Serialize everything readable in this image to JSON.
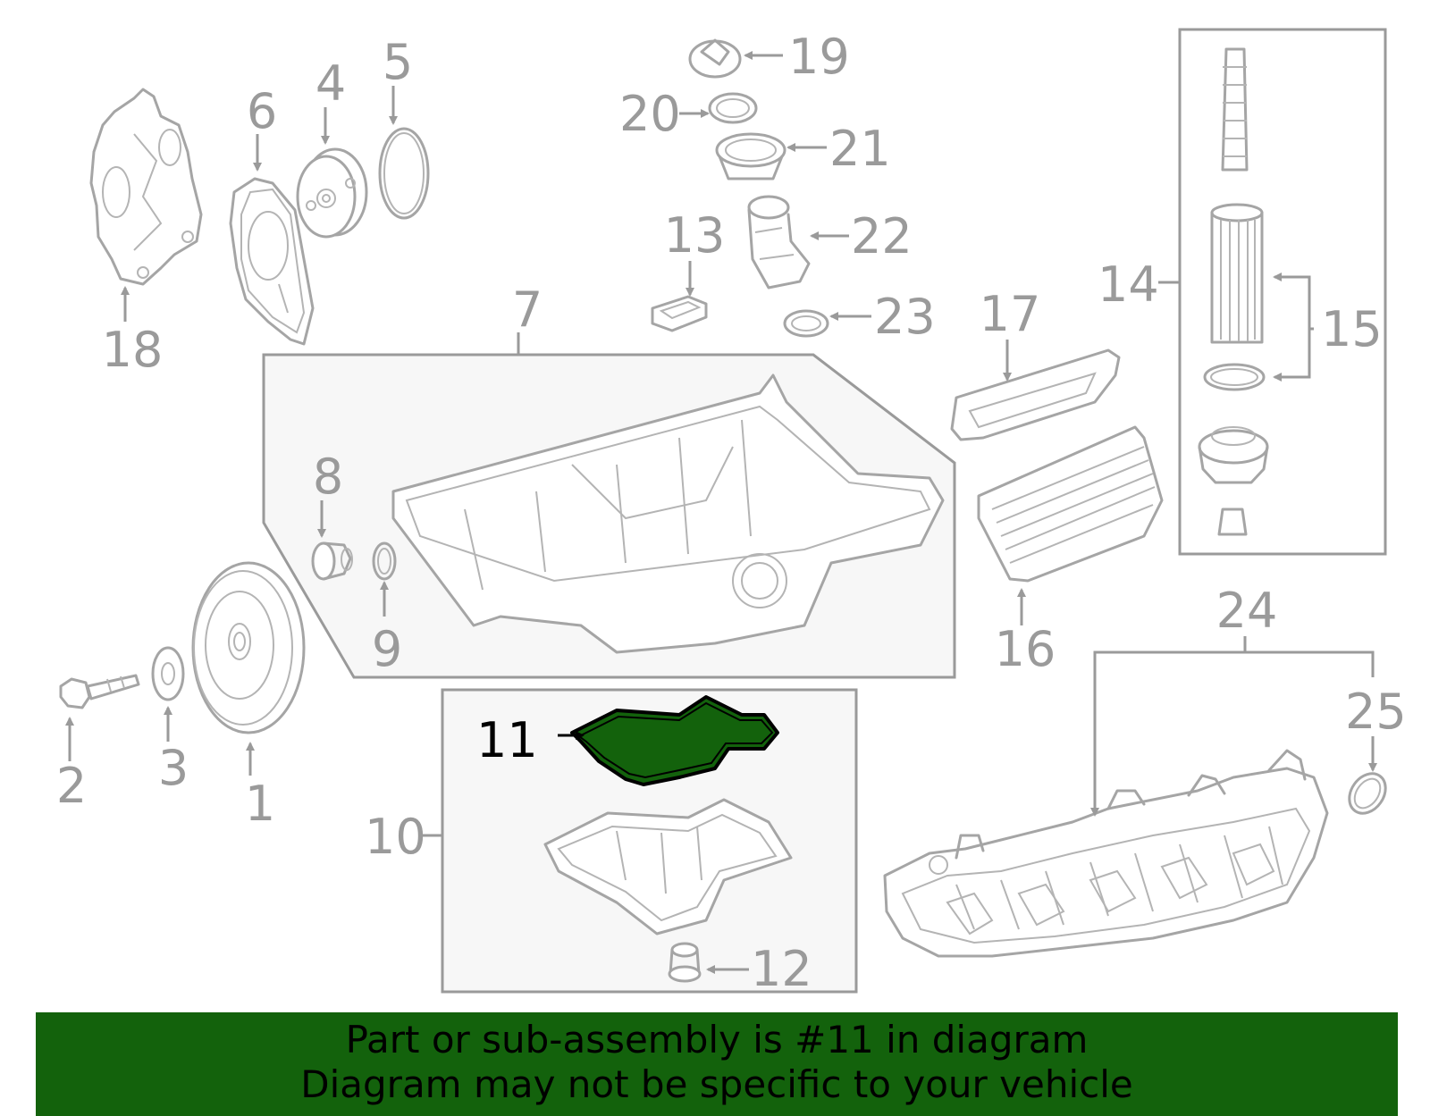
{
  "colors": {
    "highlight": "#13620c",
    "banner": "#13620c",
    "line": "#a5a5a5",
    "label": "#9a9a9a"
  },
  "labels": {
    "l1": "1",
    "l2": "2",
    "l3": "3",
    "l4": "4",
    "l5": "5",
    "l6": "6",
    "l7": "7",
    "l8": "8",
    "l9": "9",
    "l10": "10",
    "l11": "11",
    "l12": "12",
    "l13": "13",
    "l14": "14",
    "l15": "15",
    "l16": "16",
    "l17": "17",
    "l18": "18",
    "l19": "19",
    "l20": "20",
    "l21": "21",
    "l22": "22",
    "l23": "23",
    "l24": "24",
    "l25": "25"
  },
  "banner": {
    "line1": "Part or sub-assembly is #11 in diagram",
    "line2": "Diagram may not be specific to your vehicle"
  }
}
